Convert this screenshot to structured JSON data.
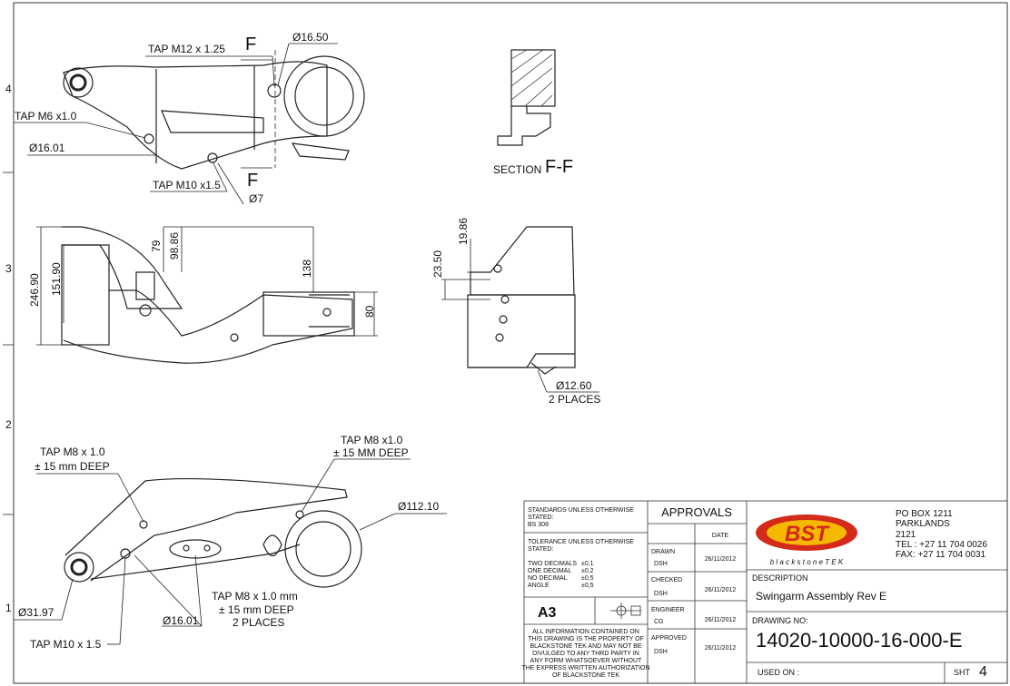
{
  "zones": {
    "z4": "4",
    "z3": "3",
    "z2": "2",
    "z1": "1"
  },
  "top_view": {
    "section_letter_top": "F",
    "section_letter_bottom": "F",
    "tap_m12": "TAP M12 x 1.25",
    "dia_16_50": "Ø16.50",
    "tap_m6": "TAP M6 x1.0",
    "dia_16_01": "Ø16.01",
    "tap_m10": "TAP M10 x1.5",
    "dia_7": "Ø7"
  },
  "section_view": {
    "prefix": "SECTION",
    "letters": "F-F"
  },
  "side_view": {
    "dim_246_90": "246.90",
    "dim_151_90": "151.90",
    "dim_79": "79",
    "dim_98_86": "98.86",
    "dim_138": "138",
    "dim_80": "80"
  },
  "end_view": {
    "dim_19_86": "19.86",
    "dim_23_50": "23.50",
    "dia_12_60": "Ø12.60",
    "places": "2 PLACES"
  },
  "iso_view": {
    "tap_m8_left_1": "TAP M8 x 1.0",
    "tap_m8_left_2": "± 15 mm DEEP",
    "tap_m8_right_1": "TAP M8 x1.0",
    "tap_m8_right_2": "± 15 MM DEEP",
    "dia_112_10": "Ø112.10",
    "dia_31_97": "Ø31.97",
    "tap_m10": "TAP M10 x 1.5",
    "dia_16_01": "Ø16.01",
    "tap_m8_mid_1": "TAP M8 x 1.0 mm",
    "tap_m8_mid_2": "± 15 mm DEEP",
    "tap_m8_mid_3": "2 PLACES"
  },
  "title_block": {
    "standards_1": "STANDARDS UNLESS OTHERWISE",
    "standards_2": "STATED:",
    "standards_3": "BS 308",
    "tolerance_1": "TOLERANCE UNLESS OTHERWISE",
    "tolerance_2": "STATED:",
    "tol_rows": [
      {
        "label": "TWO DECIMALS",
        "value": "±0,1"
      },
      {
        "label": "ONE DECIMAL",
        "value": "±0,2"
      },
      {
        "label": "NO DECIMAL",
        "value": "±0,5"
      },
      {
        "label": "ANGLE",
        "value": "±0,5"
      }
    ],
    "sheet_size": "A3",
    "notice": [
      "ALL INFORMATION CONTAINED ON",
      "THIS DRAWING IS THE PROPERTY OF",
      "BLACKSTONE TEK AND MAY NOT BE",
      "DIVULGED TO ANY THRD PARTY IN",
      "ANY FORM WHATSOEVER WITHOUT",
      "THE EXPRESS WRITTEN AUTHORIZATION",
      "OF BLACKSTONE TEK"
    ],
    "approvals_title": "APPROVALS",
    "date_header": "DATE",
    "approvals": [
      {
        "role": "DRAWN",
        "name": "DSH",
        "date": "26/11/2012"
      },
      {
        "role": "CHECKED",
        "name": "DSH",
        "date": "26/11/2012"
      },
      {
        "role": "ENGINEER",
        "name": "CG",
        "date": "26/11/2012"
      },
      {
        "role": "APPROVED",
        "name": "DSH",
        "date": "26/11/2012"
      }
    ],
    "logo_text": "BST",
    "logo_sub": "b l a c k s t o n e  T E K",
    "address": [
      "PO BOX 1211",
      "PARKLANDS",
      "2121",
      "TEL : +27 11 704 0026",
      "FAX: +27 11 704 0031"
    ],
    "description_label": "DESCRIPTION",
    "description": "Swingarm Assembly Rev E",
    "drawing_no_label": "DRAWING NO:",
    "drawing_no": "14020-10000-16-000-E",
    "used_on_label": "USED ON :",
    "sht_label": "SHT",
    "sht_value": "4",
    "colors": {
      "logo_red": "#d42a1a",
      "logo_yellow": "#f5b800"
    }
  }
}
